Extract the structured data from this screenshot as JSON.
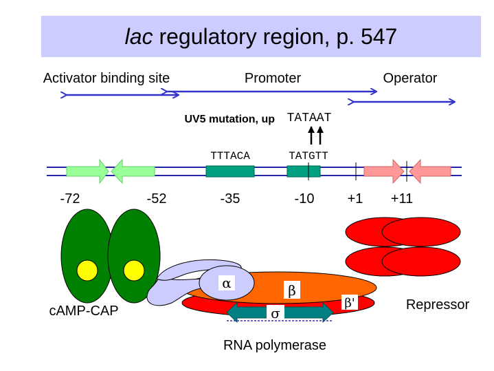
{
  "title": {
    "italic": "lac",
    "rest": " regulatory region, p. 547"
  },
  "regions": {
    "activator": "Activator binding site",
    "promoter": "Promoter",
    "operator": "Operator"
  },
  "mutation": {
    "label": "UV5 mutation, up",
    "sequence": "TATAAT"
  },
  "sequences": {
    "minus35": "TTTACA",
    "minus10": "TATGTT"
  },
  "positions": {
    "p1": "-72",
    "p2": "-52",
    "p3": "-35",
    "p4": "-10",
    "p5": "+1",
    "p6": "+11"
  },
  "proteins": {
    "cap": "cAMP-CAP",
    "repressor": "Repressor",
    "polymerase": "RNA polymerase",
    "alpha": "α",
    "beta": "β",
    "beta_prime": "β'",
    "sigma": "σ"
  },
  "colors": {
    "title_bg": "#ccccff",
    "arrow_blue": "#3333cc",
    "dna_line": "#2222aa",
    "cap_green": "#008000",
    "cap_yellow": "#ffff00",
    "site_green": "#99ff99",
    "box_teal": "#00a080",
    "operator_pink": "#ff9999",
    "repressor_red": "#ff0000",
    "alpha_lavender": "#ccccff",
    "beta_orange": "#ff6600",
    "beta_prime_red": "#ff0000",
    "sigma_teal": "#008080"
  }
}
